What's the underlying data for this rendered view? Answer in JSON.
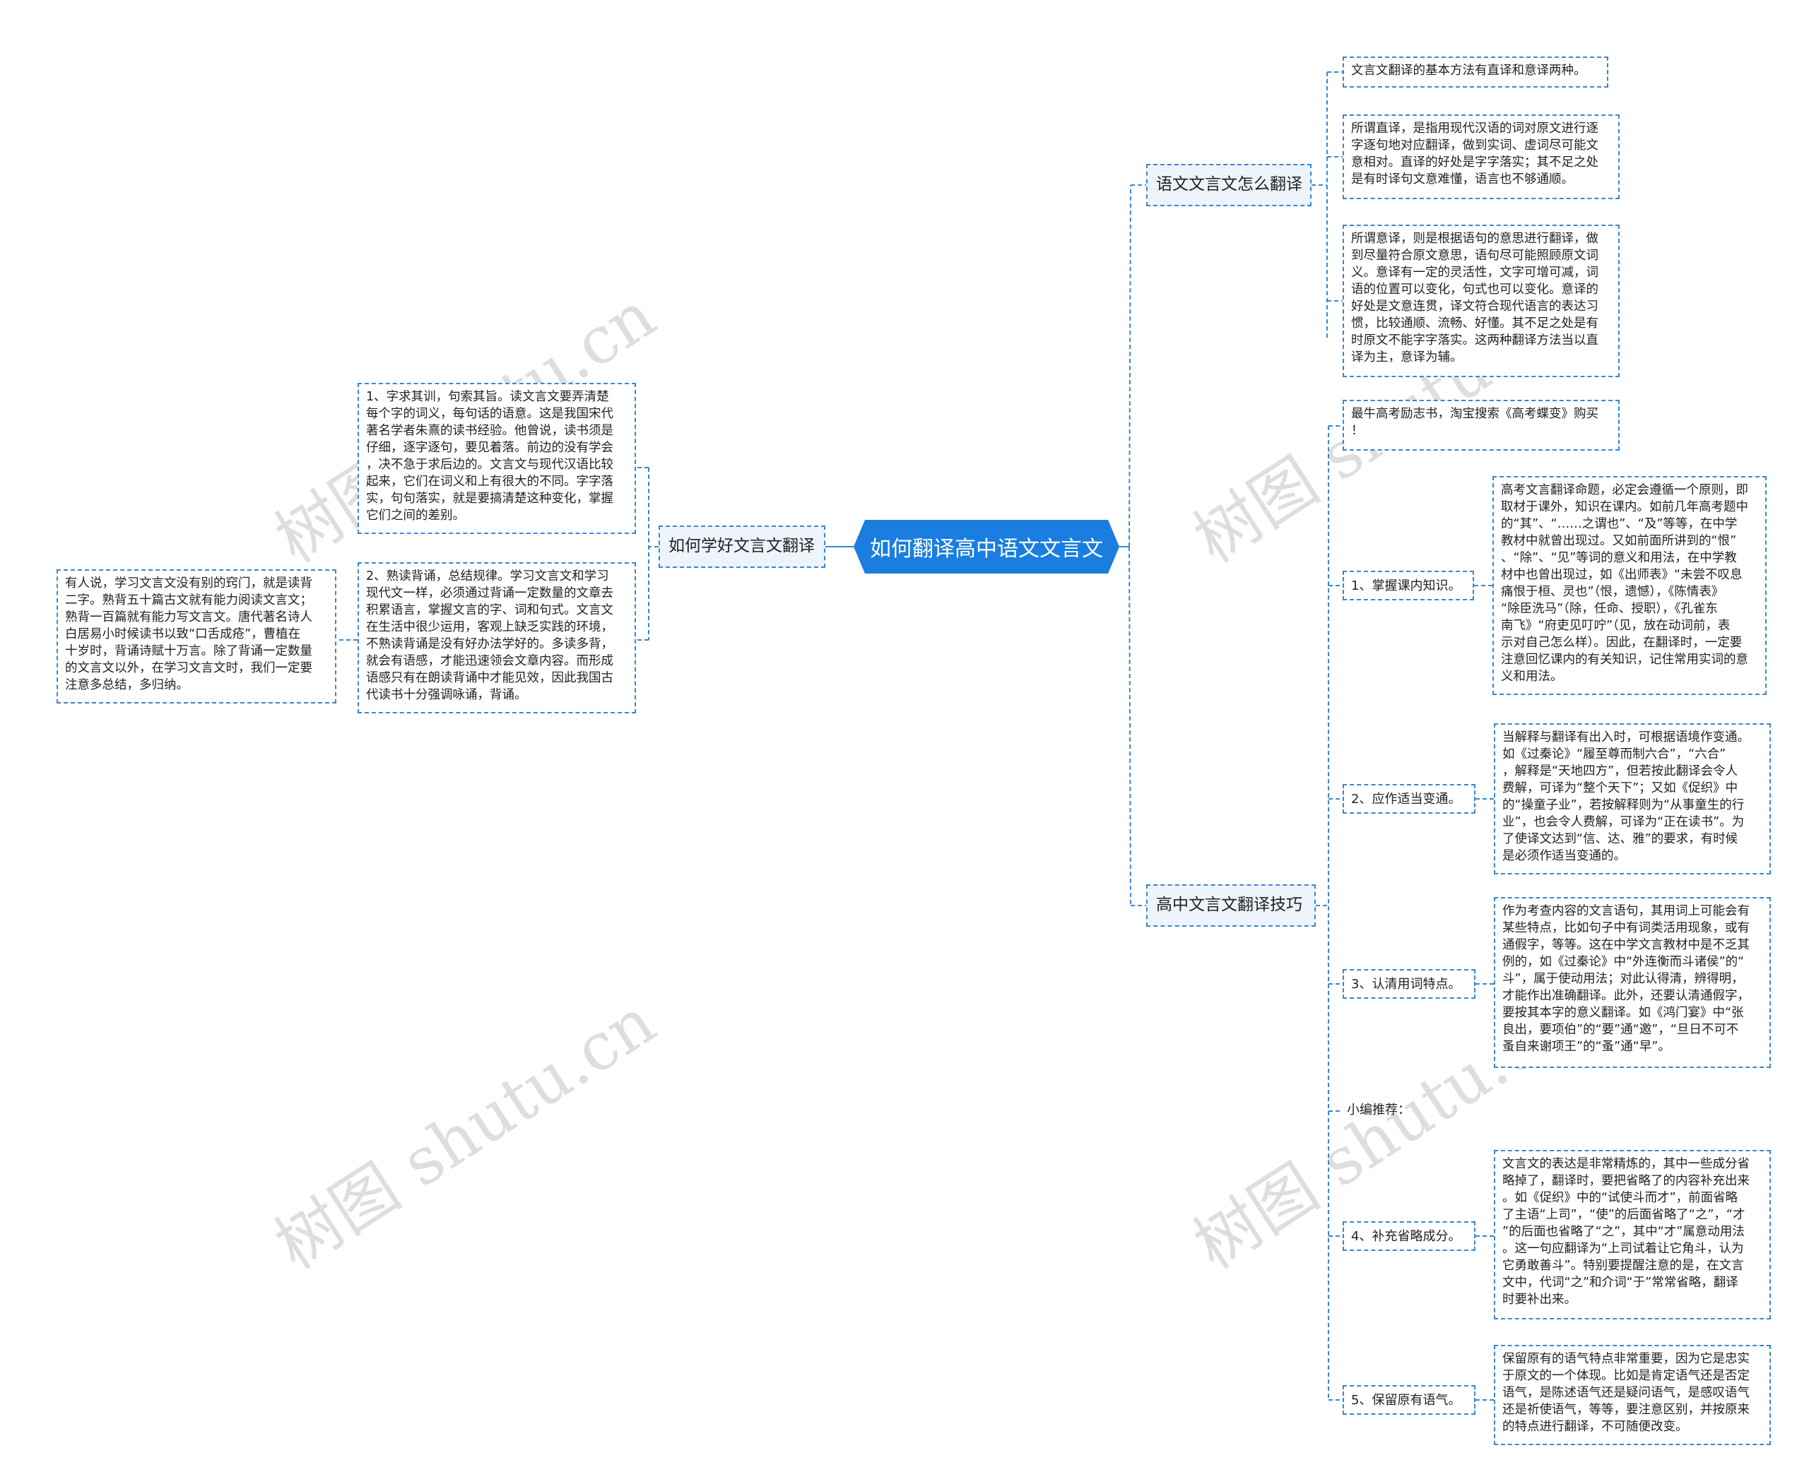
{
  "root": {
    "label": "如何翻译高中语文文言文"
  },
  "branches": {
    "how_to_translate": {
      "label": "语文文言文怎么翻译"
    },
    "tips": {
      "label": "高中文言文翻译技巧"
    },
    "learn": {
      "label": "如何学好文言文翻译"
    }
  },
  "how_to_translate": {
    "n1": "文言文翻译的基本方法有直译和意译两种。",
    "n2": "所谓直译，是指用现代汉语的词对原文进行逐\n字逐句地对应翻译，做到实词、虚词尽可能文\n意相对。直译的好处是字字落实；其不足之处\n是有时译句文意难懂，语言也不够通顺。",
    "n3": "所谓意译，则是根据语句的意思进行翻译，做\n到尽量符合原文意思，语句尽可能照顾原文词\n义。意译有一定的灵活性，文字可增可减，词\n语的位置可以变化，句式也可以变化。意译的\n好处是文意连贯，译文符合现代语言的表达习\n惯，比较通顺、流畅、好懂。其不足之处是有\n时原文不能字字落实。这两种翻译方法当以直\n译为主，意译为辅。"
  },
  "tips": {
    "ad": "最牛高考励志书，淘宝搜索《高考蝶变》购买\n！",
    "t1": {
      "label": "1、掌握课内知识。",
      "text": "高考文言翻译命题，必定会遵循一个原则，即\n取材于课外，知识在课内。如前几年高考题中\n的“其”、“……之谓也”、“及”等等，在中学\n教材中就曾出现过。又如前面所讲到的“恨”\n、“除”、“见”等词的意义和用法，在中学教\n材中也曾出现过，如《出师表》“未尝不叹息\n痛恨于桓、灵也”（恨，遗憾），《陈情表》\n“除臣洗马”（除，任命、授职），《孔雀东\n南飞》“府吏见叮咛”（见，放在动词前，表\n示对自己怎么样）。因此，在翻译时，一定要\n注意回忆课内的有关知识，记住常用实词的意\n义和用法。"
    },
    "t2": {
      "label": "2、应作适当变通。",
      "text": "当解释与翻译有出入时，可根据语境作变通。\n如《过秦论》“履至尊而制六合”，“六合”\n，解释是“天地四方”，但若按此翻译会令人\n费解，可译为“整个天下”；又如《促织》中\n的“操童子业”，若按解释则为“从事童生的行\n业”，也会令人费解，可译为“正在读书”。为\n了使译文达到“信、达、雅”的要求，有时候\n是必须作适当变通的。"
    },
    "t3": {
      "label": "3、认清用词特点。",
      "text": "作为考查内容的文言语句，其用词上可能会有\n某些特点，比如句子中有词类活用现象，或有\n通假字，等等。这在中学文言教材中是不乏其\n例的，如《过秦论》中“外连衡而斗诸侯”的“\n斗”，属于使动用法；对此认得清，辨得明，\n才能作出准确翻译。此外，还要认清通假字，\n要按其本字的意义翻译。如《鸿门宴》中“张\n良出，要项伯”的“要”通“邀”，“旦日不可不\n蚤自来谢项王”的“蚤”通“早”。"
    },
    "editor": "小编推荐：",
    "t4": {
      "label": "4、补充省略成分。",
      "text": "文言文的表达是非常精炼的，其中一些成分省\n略掉了，翻译时，要把省略了的内容补充出来\n。如《促织》中的“试使斗而才”，前面省略\n了主语“上司”，“使”的后面省略了“之”，“才\n”的后面也省略了“之”，其中“才”属意动用法\n。这一句应翻译为“上司试着让它角斗，认为\n它勇敢善斗”。特别要提醒注意的是，在文言\n文中，代词“之”和介词“于”常常省略，翻译\n时要补出来。"
    },
    "t5": {
      "label": "5、保留原有语气。",
      "text": "保留原有的语气特点非常重要，因为它是忠实\n于原文的一个体现。比如是肯定语气还是否定\n语气，是陈述语气还是疑问语气，是感叹语气\n还是祈使语气，等等，要注意区别，并按原来\n的特点进行翻译，不可随便改变。"
    }
  },
  "learn": {
    "l1": "1、字求其训，句索其旨。读文言文要弄清楚\n每个字的词义，每句话的语意。这是我国宋代\n著名学者朱熹的读书经验。他曾说，读书须是\n仔细，逐字逐句，要见着落。前边的没有学会\n，决不急于求后边的。文言文与现代汉语比较\n起来，它们在词义和上有很大的不同。字字落\n实，句句落实，就是要搞清楚这种变化，掌握\n它们之间的差别。",
    "l2": "2、熟读背诵，总结规律。学习文言文和学习\n现代文一样，必须通过背诵一定数量的文章去\n积累语言，掌握文言的字、词和句式。文言文\n在生活中很少运用，客观上缺乏实践的环境，\n不熟读背诵是没有好办法学好的。多读多背，\n就会有语感，才能迅速领会文章内容。而形成\n语感只有在朗读背诵中才能见效，因此我国古\n代读书十分强调咏诵，背诵。",
    "l2_child": "有人说，学习文言文没有别的窍门，就是读背\n二字。熟背五十篇古文就有能力阅读文言文；\n熟背一百篇就有能力写文言文。唐代著名诗人\n白居易小时候读书以致“口舌成疮”，曹植在\n十岁时，背诵诗赋十万言。除了背诵一定数量\n的文言文以外，在学习文言文时，我们一定要\n注意多总结，多归纳。"
  },
  "watermark": "树图 shutu.cn",
  "colors": {
    "accent": "#1a7ee0",
    "line": "#3a86d0"
  }
}
